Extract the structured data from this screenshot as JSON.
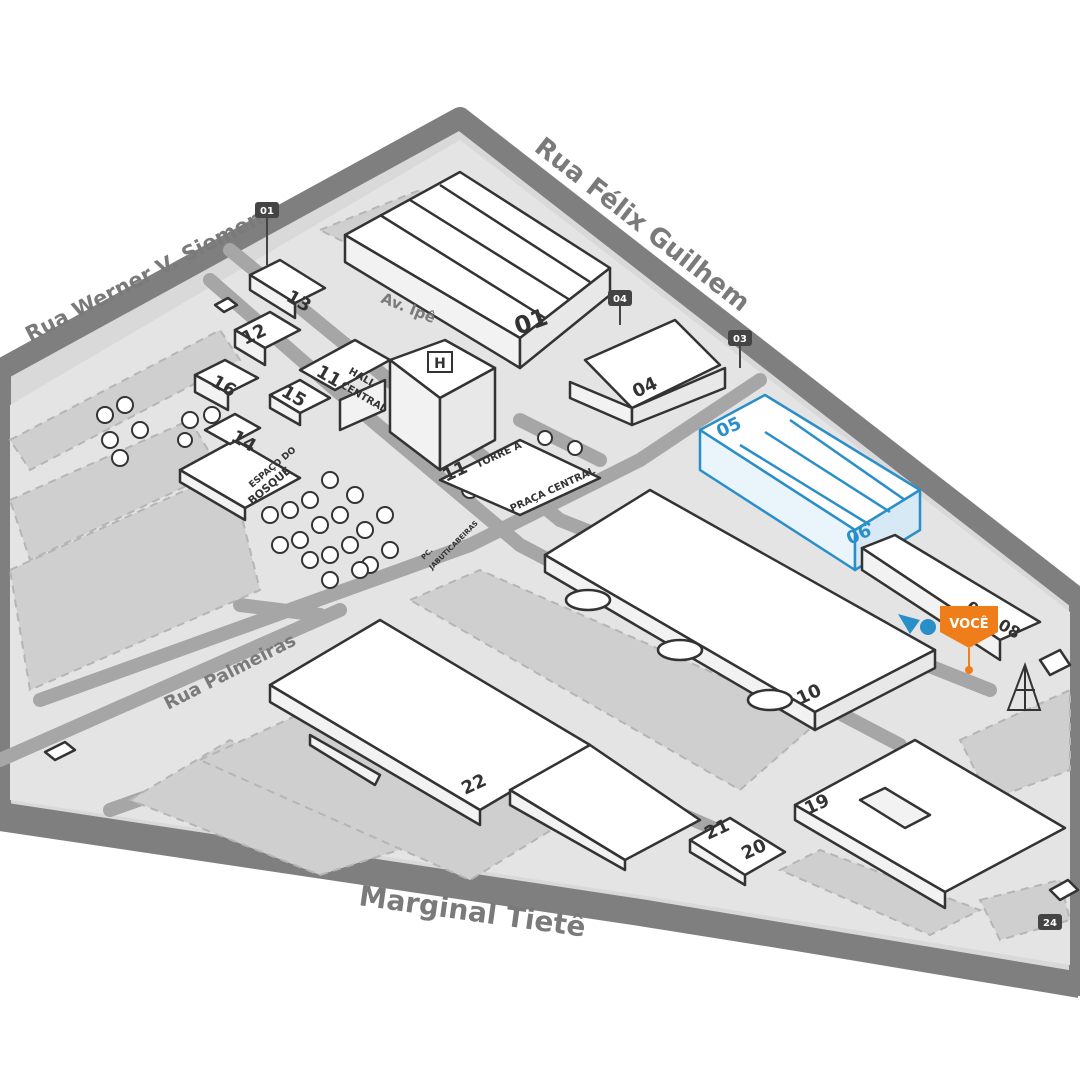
{
  "streets": {
    "werner": "Rua Werner V. Siemens",
    "felix": "Rua Félix Guilhem",
    "ipe": "Av. Ipê",
    "palmeiras": "Rua Palmeiras",
    "marginal": "Marginal Tietê"
  },
  "buildings": {
    "b01": "01",
    "b04": "04",
    "b05": "05",
    "b06": "06",
    "b07": "07",
    "b08": "08",
    "b10": "10",
    "b12": "12",
    "b13": "13",
    "b14": "14",
    "b15": "15",
    "b16": "16",
    "b19": "19",
    "b20": "20",
    "b21": "21",
    "b22": "22",
    "b11_hall": "11",
    "b11_torre": "11"
  },
  "labels": {
    "hall_central_1": "HALL",
    "hall_central_2": "CENTRAL",
    "torre_a": "TORRE A",
    "praca_central": "PRAÇA CENTRAL",
    "espaco_1": "ESPAÇO DO",
    "espaco_2": "BOSQUE",
    "pc_jabuticabeiras_1": "PC.",
    "pc_jabuticabeiras_2": "JABUTICABEIRAS",
    "heliport": "H"
  },
  "gate_markers": {
    "g01": "01",
    "g03": "03",
    "g04": "04",
    "g24": "24"
  },
  "you_marker": {
    "label": "VOCÊ",
    "color": "#ee7d1a"
  },
  "colors": {
    "road": "#7f7f7f",
    "lot": "#d6d6d6",
    "highlight": "#2a8fc9",
    "building": "#ffffff",
    "outline": "#333333"
  }
}
